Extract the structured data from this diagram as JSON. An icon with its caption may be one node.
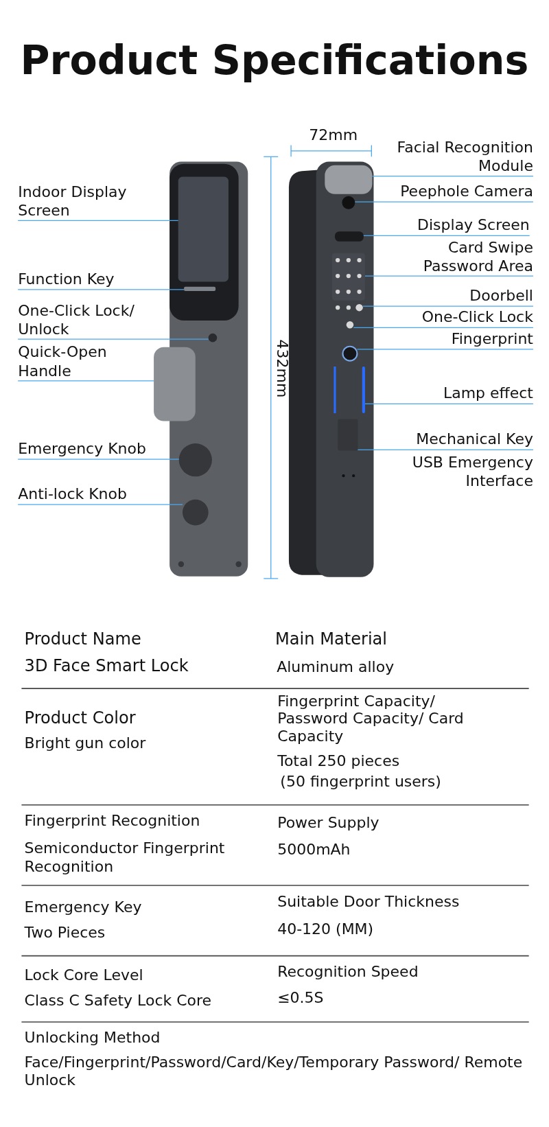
{
  "diagram": {
    "title": "Product Specifications",
    "nodes": [
      {
        "text": [
          "Indoor Display Screen"
        ]
      },
      {
        "text": [
          "Function Key"
        ]
      },
      {
        "text": [
          "One-Click Lock/ Unlock"
        ]
      },
      {
        "text": [
          "Quick-Open Handle"
        ]
      },
      {
        "text": [
          "Emergency Knob"
        ]
      },
      {
        "text": [
          "Anti-lock Knob"
        ]
      },
      {
        "text": [
          "Facial Recognition Module"
        ]
      },
      {
        "text": [
          "Peephole Camera"
        ]
      },
      {
        "text": [
          "Display Screen"
        ]
      },
      {
        "text": [
          "Card Swipe Password Area"
        ]
      },
      {
        "text": [
          "Doorbell"
        ]
      },
      {
        "text": [
          "One-Click Lock"
        ]
      },
      {
        "text": [
          "Fingerprint"
        ]
      },
      {
        "text": [
          "Lamp effect"
        ]
      },
      {
        "text": [
          "Mechanical Key"
        ]
      },
      {
        "text": [],
        "shape": "box"
      },
      {
        "text": [],
        "shape": "bar"
      },
      {
        "text": [],
        "shape": "circle"
      },
      {
        "text": [],
        "shape": "box"
      },
      {
        "text": [],
        "shape": "circle"
      },
      {
        "text": [],
        "shape": "circle"
      },
      {
        "text": [],
        "shape": "box"
      },
      {
        "text": [],
        "shape": "circle"
      },
      {
        "text": [],
        "shape": "box"
      },
      {
        "text": [],
        "shape": "box"
      },
      {
        "text": [],
        "shape": "circle"
      },
      {
        "text": [],
        "shape": "circle"
      },
      {
        "text": [],
        "shape": "circle"
      },
      {
        "text": [],
        "shape": "bar"
      },
      {
        "text": [],
        "shape": "box"
      }
    ],
    "edges": [
      {
        "from": 0,
        "to": 15,
        "arrow": "none"
      },
      {
        "from": 1,
        "to": 16,
        "arrow": "none"
      },
      {
        "from": 2,
        "to": 17,
        "arrow": "none"
      },
      {
        "from": 3,
        "to": 18,
        "arrow": "none"
      },
      {
        "from": 4,
        "to": 19,
        "arrow": "none"
      },
      {
        "from": 5,
        "to": 20,
        "arrow": "none"
      },
      {
        "from": 6,
        "to": 21,
        "arrow": "none"
      },
      {
        "from": 7,
        "to": 22,
        "arrow": "none"
      },
      {
        "from": 8,
        "to": 23,
        "arrow": "none"
      },
      {
        "from": 9,
        "to": 24,
        "arrow": "none"
      },
      {
        "from": 10,
        "to": 25,
        "arrow": "none"
      },
      {
        "from": 11,
        "to": 26,
        "arrow": "none"
      },
      {
        "from": 12,
        "to": 27,
        "arrow": "none"
      },
      {
        "from": 13,
        "to": 28,
        "arrow": "none"
      },
      {
        "from": 14,
        "to": 29,
        "arrow": "none"
      }
    ],
    "labels": [
      "72mm",
      "432mm",
      "USB Emergency Interface",
      "Product Name",
      "Main Material",
      "3D Face Smart Lock",
      "Aluminum alloy",
      "Product Color",
      "Fingerprint Capacity/ Password Capacity/ Card Capacity",
      "Bright gun color",
      "Total 250 pieces",
      "(50 fingerprint users)",
      "Fingerprint Recognition",
      "Power Supply",
      "Semiconductor Fingerprint Recognition",
      "5000mAh",
      "Suitable Door Thickness",
      "Emergency Key",
      "40-120 (MM)",
      "Two Pieces",
      "Recognition Speed",
      "Lock Core Level",
      "≤0.5S",
      "Class C Safety Lock Core",
      "Unlocking Method",
      "Face/Fingerprint/Password/Card/Key/Temporary Password/ Remote Unlock"
    ]
  }
}
